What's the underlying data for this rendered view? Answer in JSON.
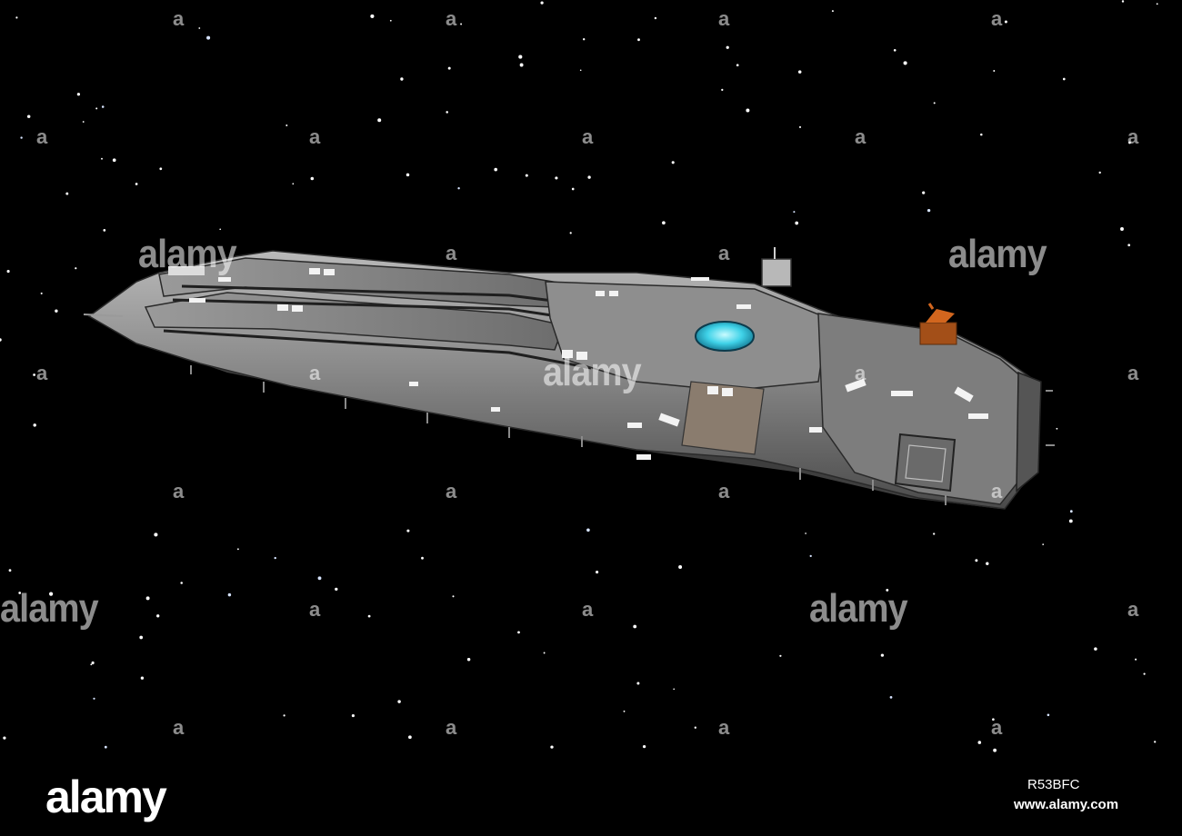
{
  "photo": {
    "subject": "spaceship-in-starfield",
    "background_color": "#000000",
    "hull_color": "#8f8f8f",
    "accent_blue": "#3fd2e8",
    "accent_orange": "#d2661e"
  },
  "watermark": {
    "word": "alamy",
    "small_mark": "a"
  },
  "footer": {
    "logo": "alamy",
    "image_id": "R53BFC",
    "url": "www.alamy.com"
  }
}
